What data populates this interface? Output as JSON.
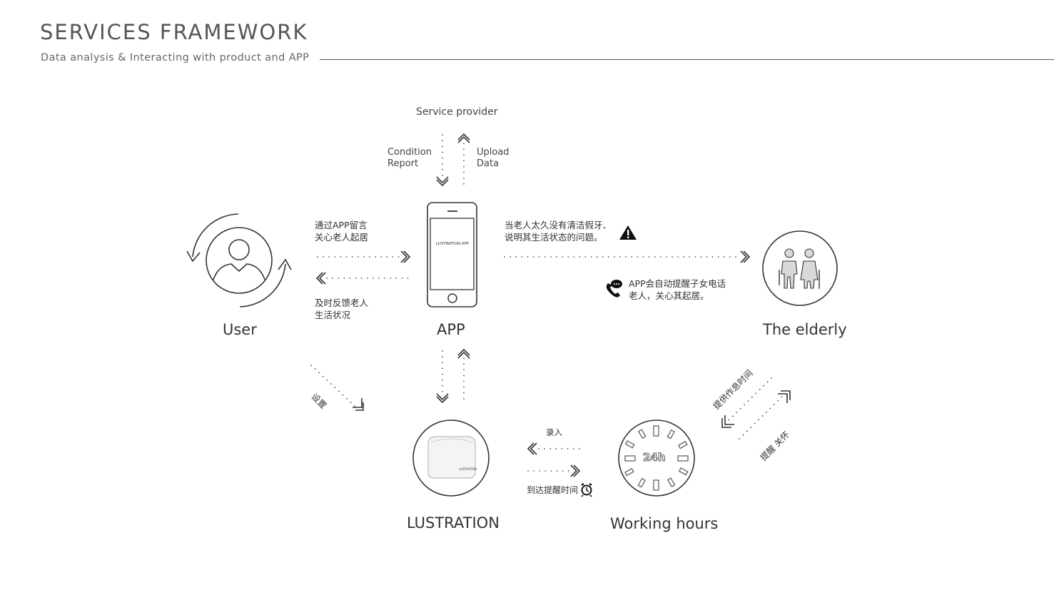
{
  "header": {
    "title": "SERVICES FRAMEWORK",
    "subtitle": "Data analysis & Interacting with product and APP"
  },
  "nodes": {
    "service_provider": "Service provider",
    "user": "User",
    "app": "APP",
    "app_screen": "LUSTRATION APP",
    "elderly": "The elderly",
    "lustration": "LUSTRATION",
    "working_hours": "Working hours",
    "clock_face": "24h",
    "device_brand": "LUSTRATION"
  },
  "edges": {
    "condition_report": [
      "Condition",
      "Report"
    ],
    "upload_data": [
      "Upload",
      "Data"
    ],
    "user_to_app": [
      "通过APP留言",
      "关心老人起居"
    ],
    "app_to_user": [
      "及时反馈老人",
      "生活状况"
    ],
    "app_to_elderly": [
      "当老人太久没有清洁假牙、",
      "说明其生活状态的问题。"
    ],
    "app_call": [
      "APP会自动提醒子女电话",
      "老人，关心其起居。"
    ],
    "user_setting": "设置",
    "record": "录入",
    "reminder_time": "到达提醒时间",
    "provide_schedule": "提供作息时间",
    "remind_care": "提醒  关怀"
  },
  "icons": {
    "user": "user-cycle-icon",
    "app": "smartphone-icon",
    "elderly": "elderly-couple-icon",
    "lustration": "device-icon",
    "working_hours": "clock-24h-icon",
    "warning": "warning-icon",
    "phone": "phone-call-icon",
    "alarm": "alarm-clock-icon"
  }
}
